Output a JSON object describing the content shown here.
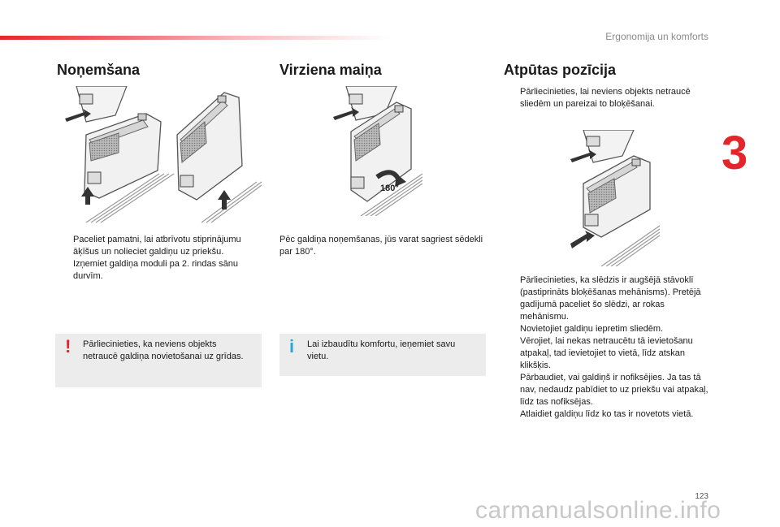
{
  "header": {
    "section_title": "Ergonomija un komforts",
    "chapter": "3"
  },
  "page_number": "123",
  "watermark": "carmanualsonline.info",
  "columns": {
    "removal": {
      "title": "Noņemšana",
      "bullets": [
        "Paceliet pamatni, lai atbrīvotu stiprinājumu āķīšus un nolieciet galdiņu uz priekšu.",
        "Izņemiet galdiņa moduli pa 2. rindas sānu durvīm."
      ],
      "note": "Pārliecinieties, ka neviens objekts netraucē galdiņa novietošanai uz grīdas."
    },
    "direction": {
      "title": "Virziena maiņa",
      "rotation_label": "180°",
      "text": "Pēc galdiņa noņemšanas, jūs varat sagriest sēdekli par 180°.",
      "note": "Lai izbaudītu komfortu, ieņemiet savu vietu."
    },
    "rest": {
      "title": "Atpūtas pozīcija",
      "bullet_top": "Pārliecinieties, lai neviens objekts netraucē sliedēm un pareizai to bloķēšanai.",
      "bullets": [
        "Pārliecinieties, ka slēdzis ir augšējā stāvoklī (pastiprināts bloķēšanas mehānisms). Pretējā gadījumā paceliet šo slēdzi, ar rokas mehānismu.",
        "Novietojiet galdiņu iepretim sliedēm.",
        "Vērojiet, lai nekas netraucētu tā ievietošanu atpakaļ, tad ievietojiet to vietā, līdz atskan klikšķis.",
        "Pārbaudiet, vai galdiņš ir nofiksējies. Ja tas tā nav, nedaudz pabīdiet to uz priekšu vai atpakaļ, līdz tas nofiksējas.",
        "Atlaidiet galdiņu līdz ko tas ir novetots vietā."
      ]
    }
  },
  "bullet_symbol": "",
  "warning_symbol": "!",
  "info_symbol": "i",
  "colors": {
    "accent": "#e4262c",
    "info": "#2aa6d9",
    "note_bg": "#ececec"
  }
}
